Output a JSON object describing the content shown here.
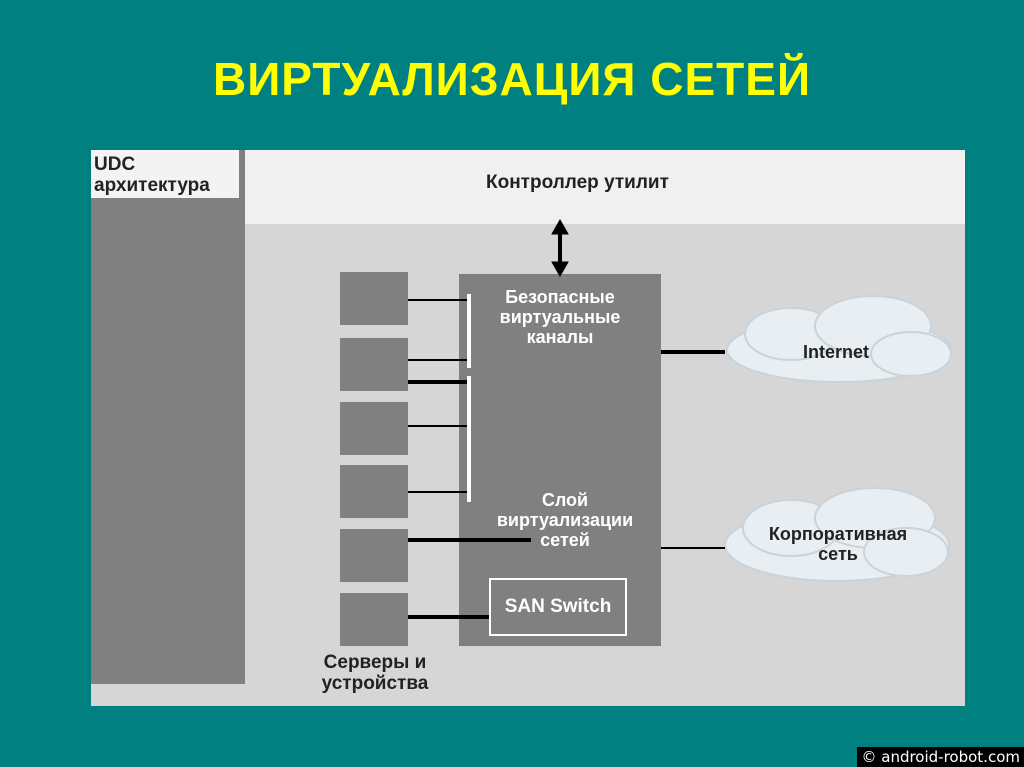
{
  "title": "ВИРТУАЛИЗАЦИЯ  СЕТЕЙ",
  "diagram": {
    "udc_label_line1": "UDC",
    "udc_label_line2": "архитектура",
    "controller": "Контроллер утилит",
    "secure_line1": "Безопасные",
    "secure_line2": "виртуальные",
    "secure_line3": "каналы",
    "layer_line1": "Слой",
    "layer_line2": "виртуализации",
    "layer_line3": "сетей",
    "san_switch": "SAN Switch",
    "servers_line1": "Серверы и",
    "servers_line2": "устройства",
    "cloud_internet": "Internet",
    "cloud_corp_line1": "Корпоративная",
    "cloud_corp_line2": "сеть"
  },
  "watermark": "© android-robot.com"
}
